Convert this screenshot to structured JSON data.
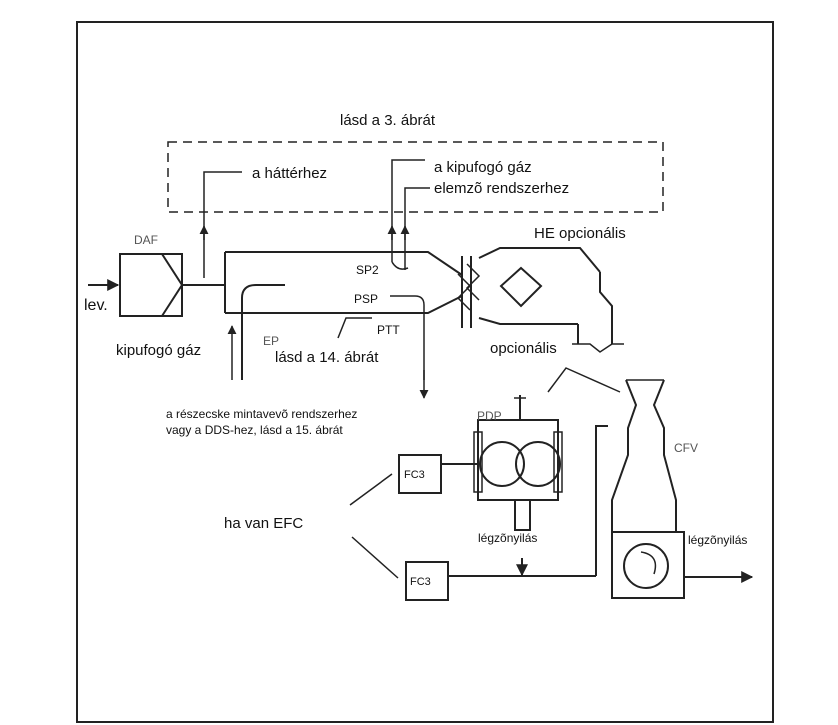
{
  "labels": {
    "see_fig3": "lásd a 3. ábrát",
    "to_background": "a háttérhez",
    "exhaust_to_1": "a kipufogó gáz",
    "exhaust_to_2": "elemzõ rendszerhez",
    "daf": "DAF",
    "he_optional": "HE opcionális",
    "sp2": "SP2",
    "lev": "lev.",
    "psp": "PSP",
    "ptt": "PTT",
    "ep": "EP",
    "exhaust_gas": "kipufogó gáz",
    "see_fig14": "lásd a 14. ábrát",
    "optional": "opcionális",
    "particle_1": "a részecske mintavevõ rendszerhez",
    "particle_2": "vagy a DDS-hez, lásd a 15. ábrát",
    "pdp": "PDP",
    "fc3_top": "FC3",
    "fc3_bottom": "FC3",
    "cfv": "CFV",
    "if_efc": "ha van EFC",
    "vent_1": "légzõnyilás",
    "vent_2": "légzõnyilás"
  }
}
